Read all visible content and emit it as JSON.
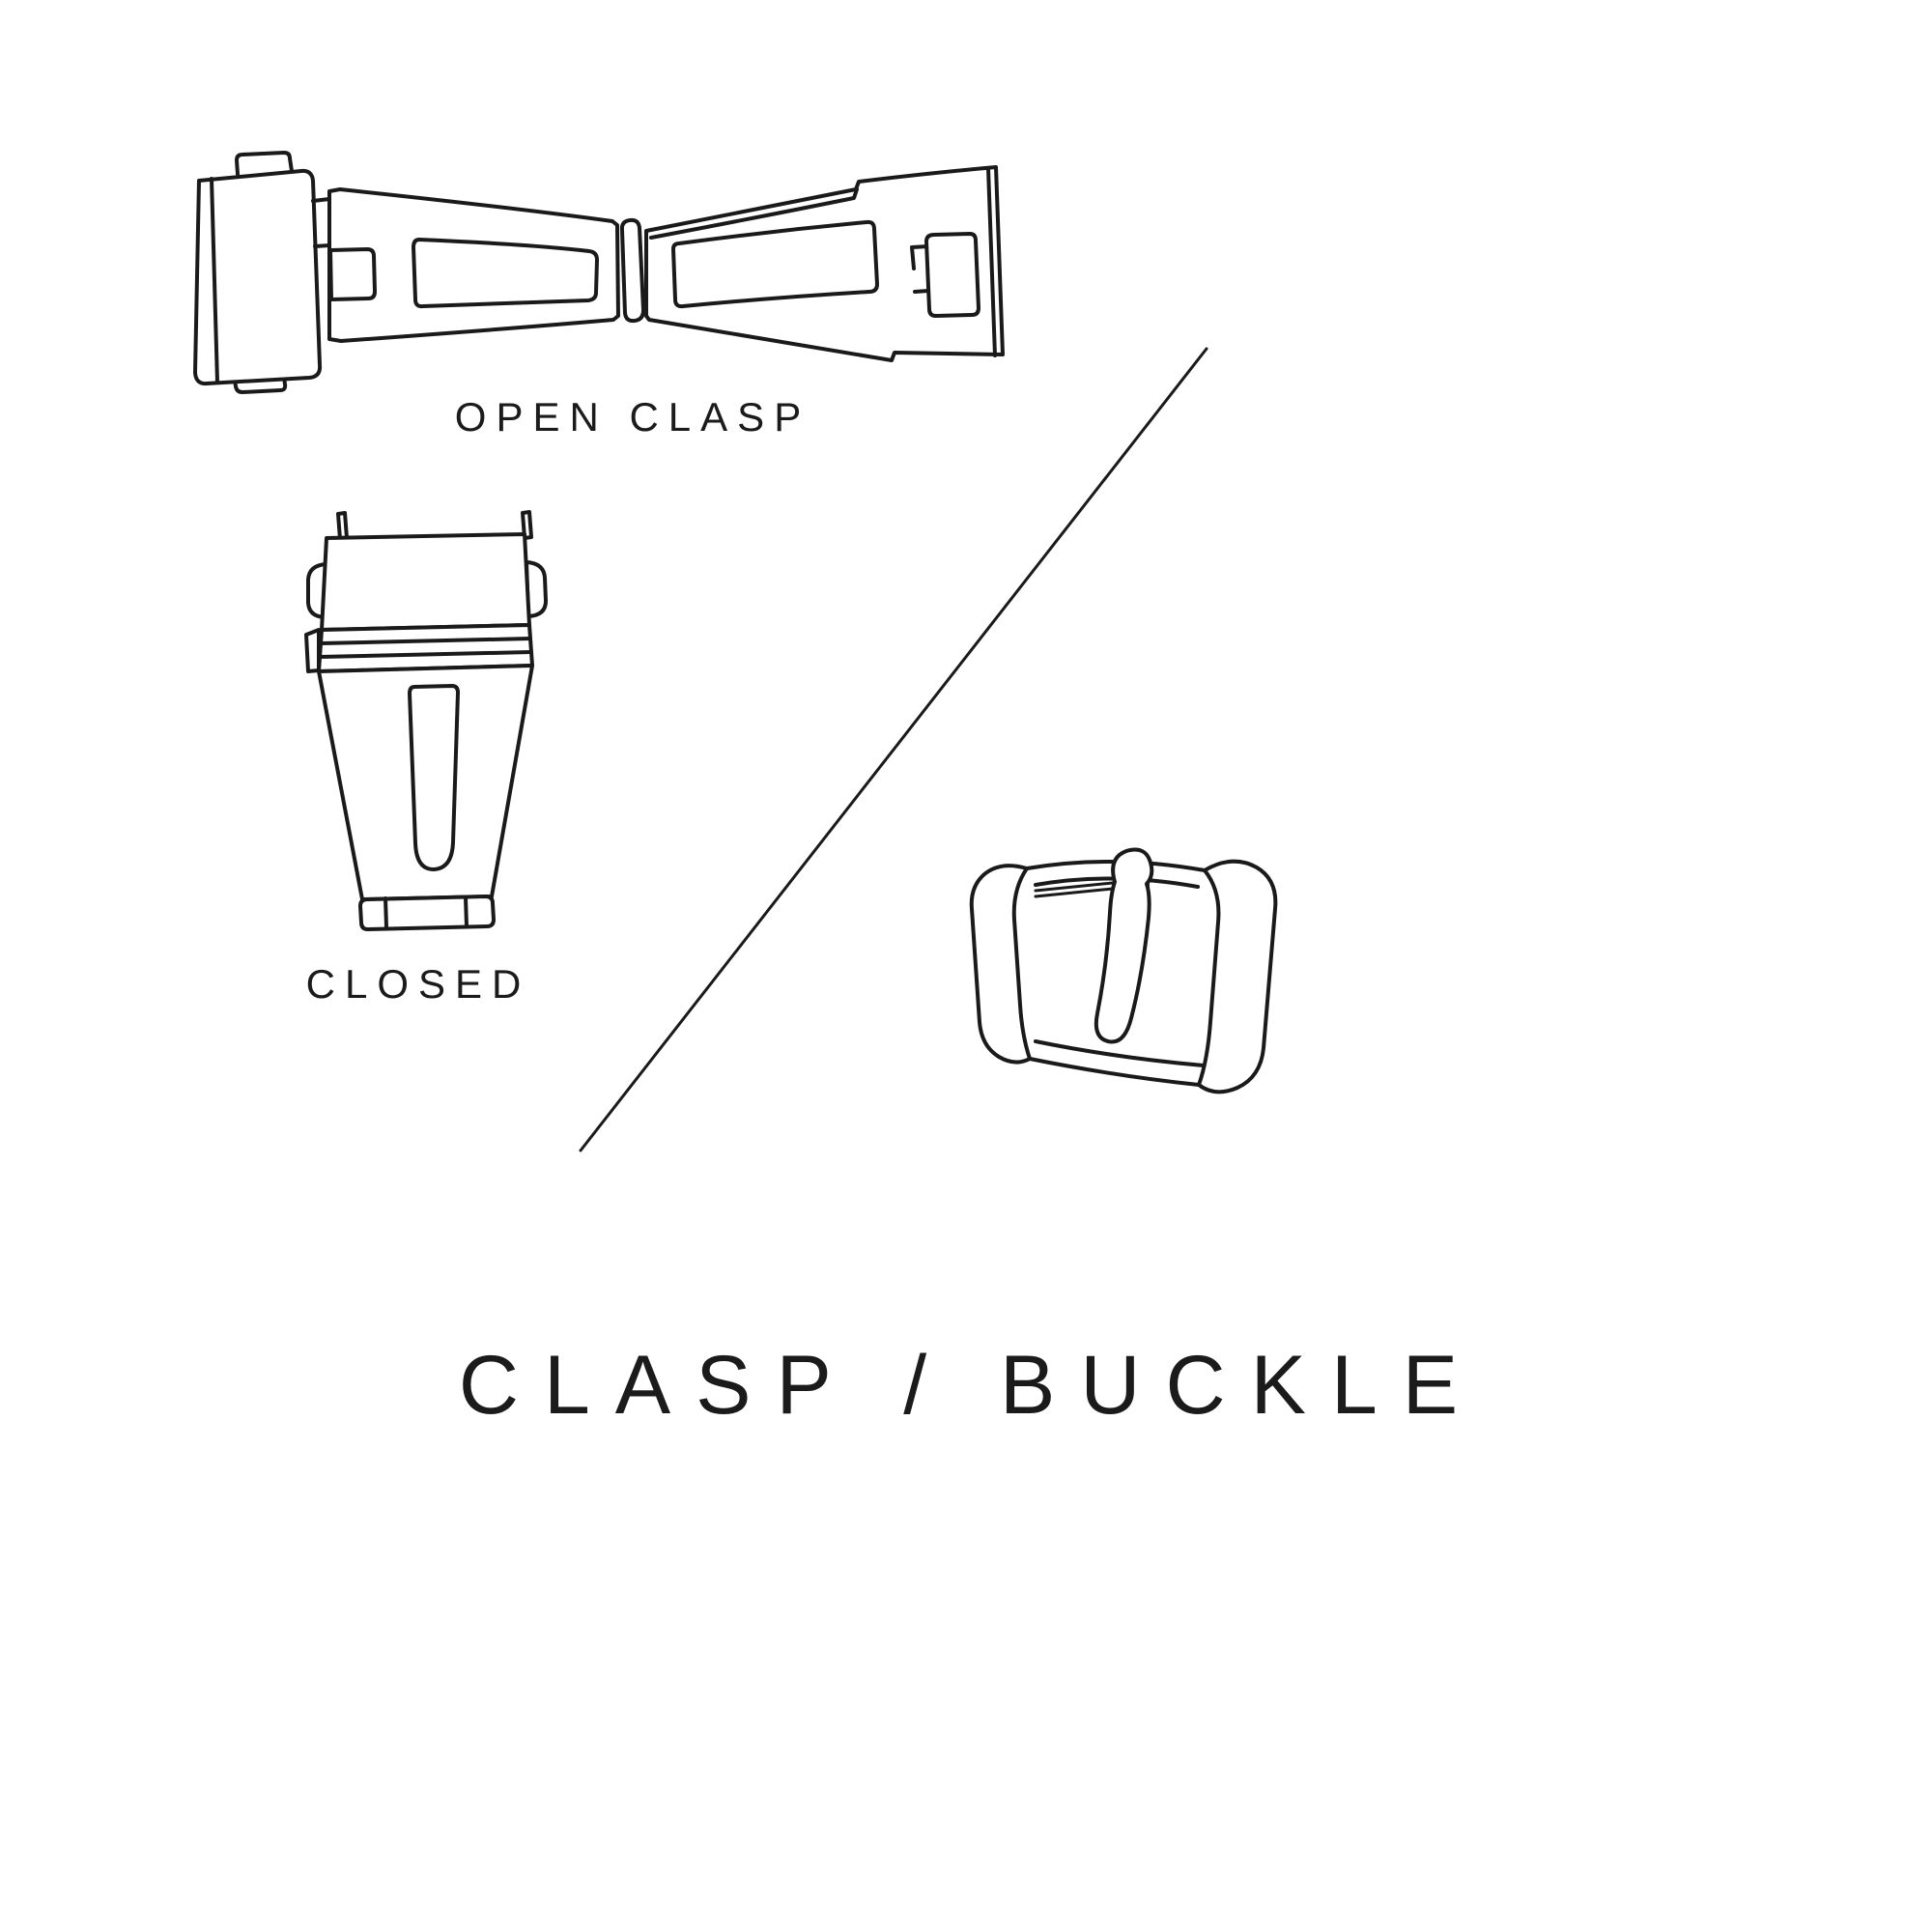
{
  "page": {
    "background": "#ffffff",
    "line_color": "#1a1a1a",
    "text_color": "#1b1b1b"
  },
  "labels": {
    "open_clasp": "OPEN CLASP",
    "closed": "CLOSED",
    "title": "CLASP / BUCKLE"
  },
  "illustrations": [
    {
      "icon": "open-clasp-illustration",
      "caption": "OPEN CLASP"
    },
    {
      "icon": "closed-clasp-illustration",
      "caption": "CLOSED"
    },
    {
      "icon": "buckle-illustration",
      "caption": ""
    },
    {
      "icon": "divider-line",
      "caption": ""
    }
  ]
}
